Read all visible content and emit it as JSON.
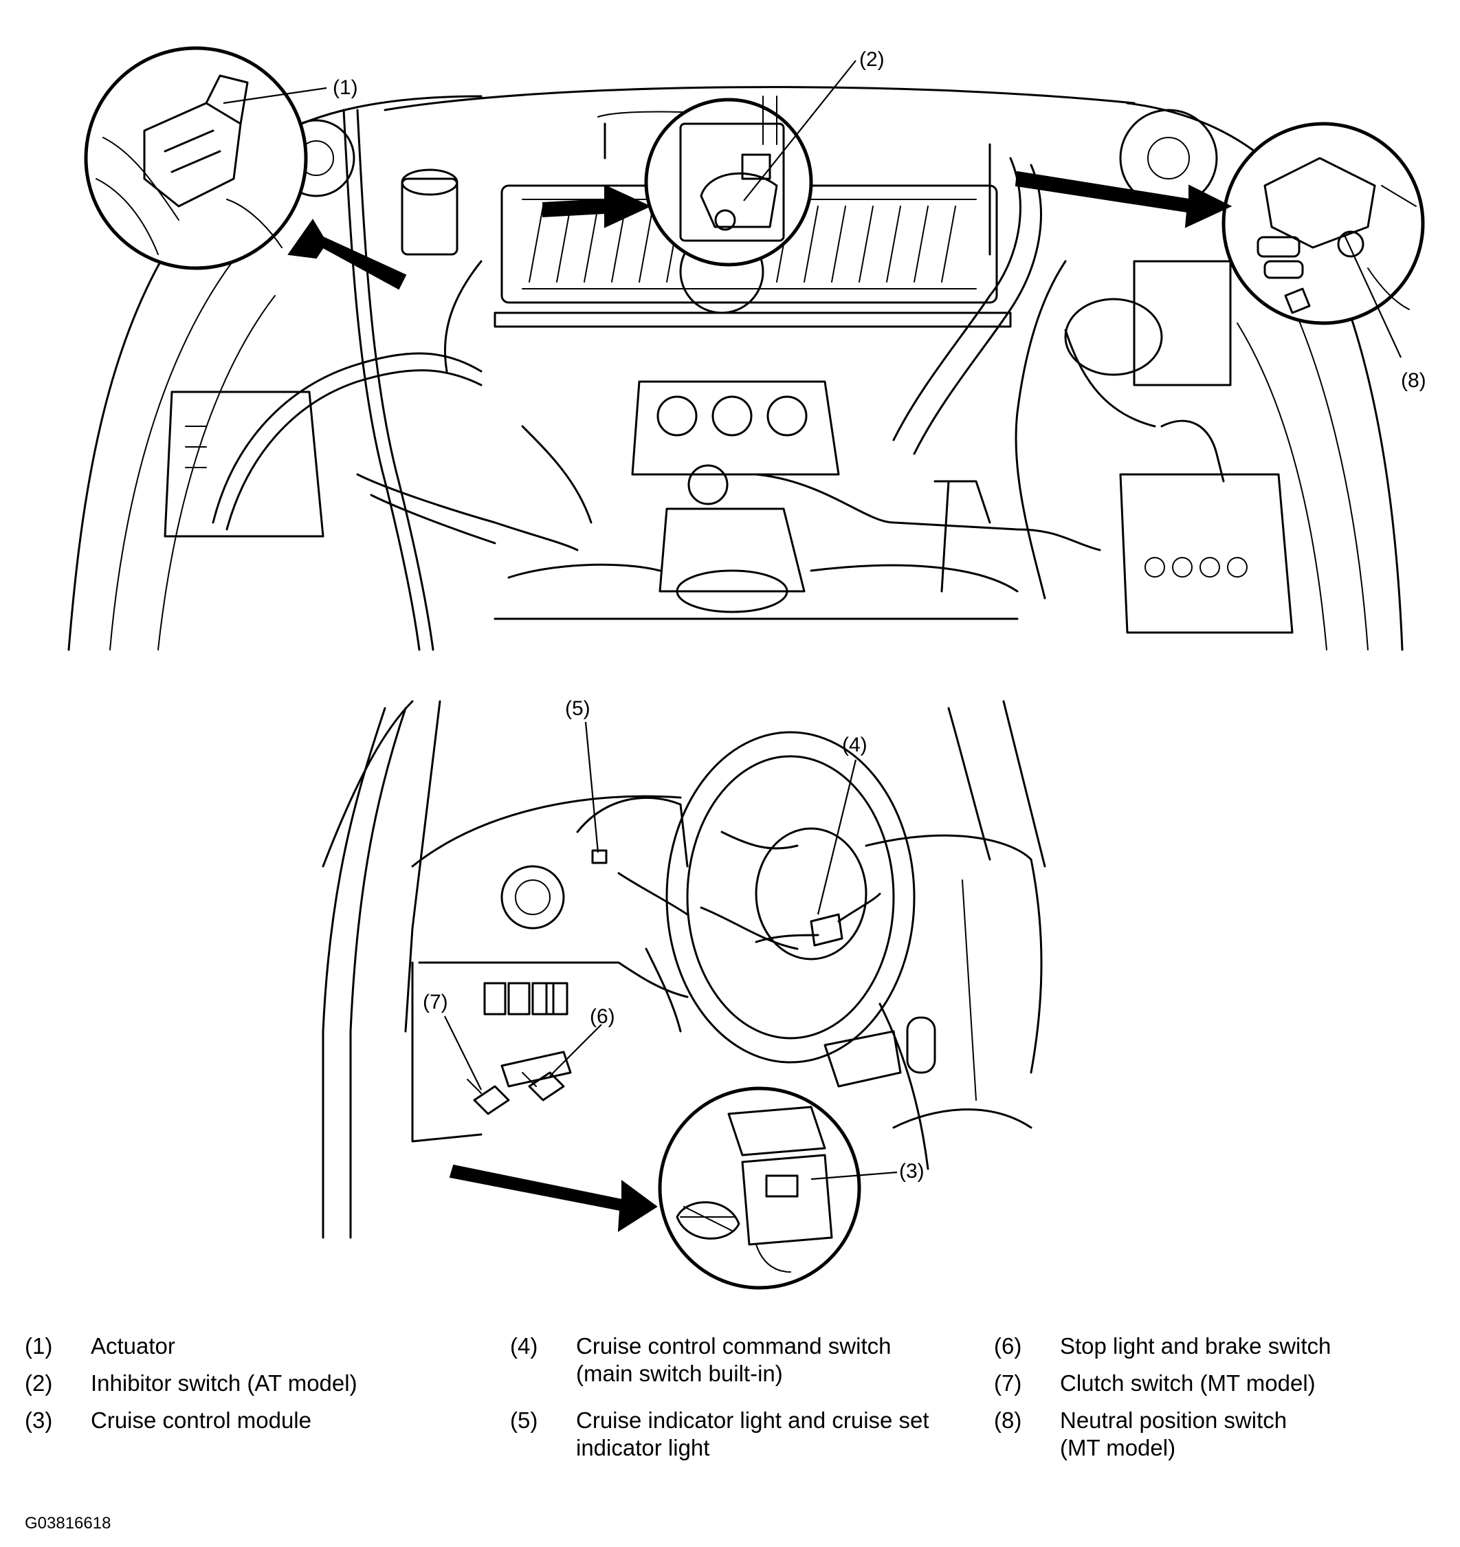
{
  "callouts": {
    "c1": "(1)",
    "c2": "(2)",
    "c3": "(3)",
    "c4": "(4)",
    "c5": "(5)",
    "c6": "(6)",
    "c7": "(7)",
    "c8": "(8)"
  },
  "legend": [
    {
      "num": "(1)",
      "text": "Actuator"
    },
    {
      "num": "(2)",
      "text": "Inhibitor switch (AT model)"
    },
    {
      "num": "(3)",
      "text": "Cruise control module"
    },
    {
      "num": "(4)",
      "text": "Cruise control command switch (main switch built-in)"
    },
    {
      "num": "(5)",
      "text": "Cruise indicator light and cruise set indicator light"
    },
    {
      "num": "(6)",
      "text": "Stop light and brake switch"
    },
    {
      "num": "(7)",
      "text": "Clutch switch (MT model)"
    },
    {
      "num": "(8)",
      "text": "Neutral position switch (MT model)"
    }
  ],
  "figure_code": "G03816618"
}
